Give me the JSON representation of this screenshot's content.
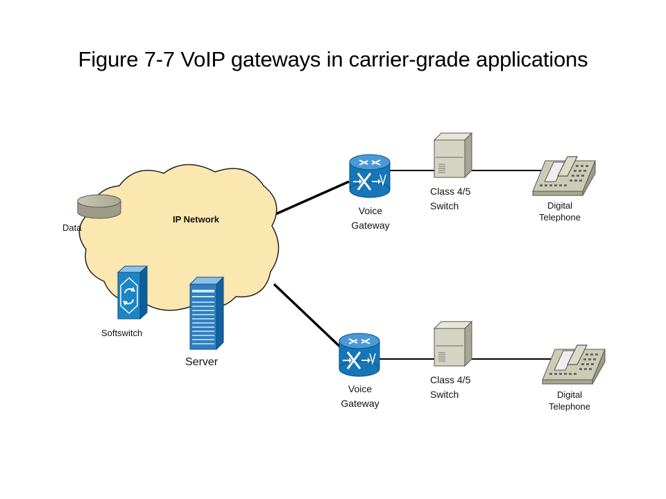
{
  "title": "Figure 7-7 VoIP gateways in carrier-grade applications",
  "cloud": {
    "label": "IP Network"
  },
  "data_store": {
    "label": "Data"
  },
  "softswitch": {
    "label": "Softswitch"
  },
  "server": {
    "label": "Server"
  },
  "gateway_top": {
    "line1": "Voice",
    "line2": "Gateway"
  },
  "gateway_bottom": {
    "line1": "Voice",
    "line2": "Gateway"
  },
  "switch_top": {
    "line1": "Class 4/5",
    "line2": "Switch"
  },
  "switch_bottom": {
    "line1": "Class 4/5",
    "line2": "Switch"
  },
  "phone_top": {
    "line1": "Digital",
    "line2": "Telephone"
  },
  "phone_bottom": {
    "line1": "Digital",
    "line2": "Telephone"
  },
  "colors": {
    "cloud_fill": "#fbe7b0",
    "router_blue": "#1676b8",
    "softswitch_blue": "#1c85c6",
    "server_blue": "#2f7fc0",
    "switch_grey": "#d6d4c2",
    "phone_grey": "#cdcbb5"
  }
}
